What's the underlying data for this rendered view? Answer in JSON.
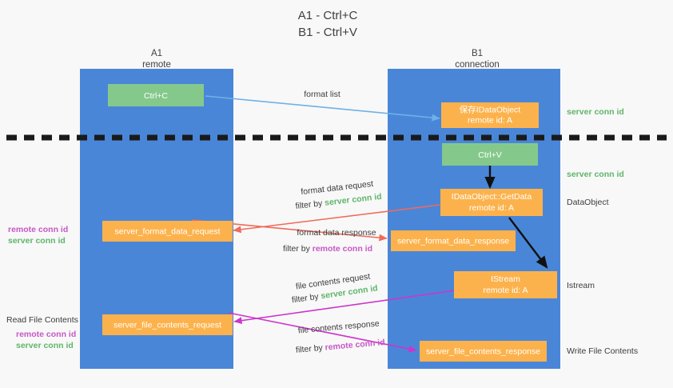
{
  "title": {
    "line1": "A1 - Ctrl+C",
    "line2": "B1 - Ctrl+V"
  },
  "columns": [
    {
      "name": "A1",
      "sub": "remote"
    },
    {
      "name": "B1",
      "sub": "connection"
    }
  ],
  "nodes": {
    "ctrl_c": "Ctrl+C",
    "ctrl_v": "Ctrl+V",
    "save_dataobject_line1": "保存IDataObject",
    "save_dataobject_line2": "remote id: A",
    "getdata_line1": "IDataObject::GetData",
    "getdata_line2": "remote id: A",
    "istream_line1": "IStream",
    "istream_line2": "remote id: A",
    "server_format_data_request": "server_format_data_request",
    "server_format_data_response": "server_format_data_response",
    "server_file_contents_request": "server_file_contents_request",
    "server_file_contents_response": "server_file_contents_response"
  },
  "right_labels": {
    "server_conn_id_top": "server conn id",
    "server_conn_id_mid": "server conn id",
    "dataobject": "DataObject",
    "istream": "Istream",
    "write_file_contents": "Write File Contents"
  },
  "left_labels": {
    "remote_conn_id_1": "remote conn id",
    "server_conn_id_1": "server conn id",
    "read_file_contents": "Read File Contents",
    "remote_conn_id_2": "remote conn id",
    "server_conn_id_2": "server conn id"
  },
  "arrow_labels": {
    "format_list": "format list",
    "format_data_request": "format data request",
    "format_data_request_filter_prefix": "filter by ",
    "format_data_request_filter_value": "server conn id",
    "format_data_response": "format data response",
    "format_data_response_filter_prefix": "filter by ",
    "format_data_response_filter_value": "remote conn id",
    "file_contents_request": "file contents request",
    "file_contents_request_filter_prefix": "filter by ",
    "file_contents_request_filter_value": "server conn id",
    "file_contents_response": "file contents response",
    "file_contents_response_filter_prefix": "filter by ",
    "file_contents_response_filter_value": "remote conn id"
  },
  "colors": {
    "lane": "#4a86d8",
    "green_box": "#84c98b",
    "orange_box": "#fcb24c",
    "server_conn_id": "#5fb56a",
    "remote_conn_id": "#c657c6",
    "arrow_light_blue": "#6fb0e8",
    "arrow_red": "#ef6a5a",
    "arrow_magenta": "#cc35cc",
    "arrow_black": "#111111",
    "background": "#f8f8f8"
  }
}
